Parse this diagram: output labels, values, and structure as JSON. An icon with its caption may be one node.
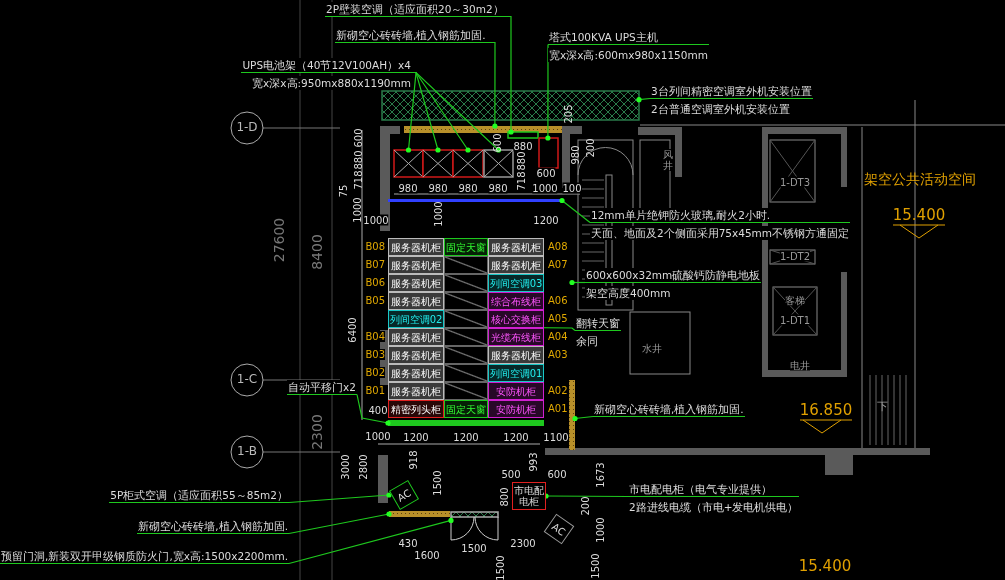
{
  "diagram": {
    "nodes": [
      {
        "text": [
          "2P壁装空调（适应面积20～30m2）"
        ]
      },
      {
        "text": [
          "新砌空心砖砖墙,植入钢筋加固."
        ]
      },
      {
        "text": [
          "塔式100KVA UPS主机",
          "宽x深x高:600mx980x1150mm"
        ]
      },
      {
        "text": [
          "UPS电池架（40节12V100AH）x4",
          "宽x深x高:950mx880x1190mm"
        ]
      },
      {
        "text": [
          "3台列间精密空调室外机安装位置",
          "2台普通空调室外机安装位置"
        ]
      },
      {
        "text": [],
        "shape": "box"
      },
      {
        "text": [],
        "shape": "bar"
      },
      {
        "text": [],
        "shape": "box"
      },
      {
        "text": [],
        "shape": "box"
      },
      {
        "text": [],
        "shape": "box"
      },
      {
        "text": [],
        "shape": "box"
      },
      {
        "text": [],
        "shape": "box"
      },
      {
        "text": [],
        "shape": "box"
      },
      {
        "text": [
          "12mm单片绝钾防火玻璃,耐火2小时.",
          "天面、地面及2个侧面采用75x45mm不锈钢方通固定"
        ]
      },
      {
        "text": [],
        "shape": "bar"
      },
      {
        "text": [
          "600x600x32mm硫酸钙防静电地板",
          "架空高度400mm"
        ]
      },
      {
        "text": [
          "服务器机柜"
        ],
        "beside": [
          "B08"
        ]
      },
      {
        "text": [
          "固定天窗"
        ]
      },
      {
        "text": [
          "服务器机柜"
        ],
        "beside": [
          "A08"
        ]
      },
      {
        "text": [
          "服务器机柜"
        ],
        "beside": [
          "B07"
        ]
      },
      {
        "text": [],
        "shape": "box"
      },
      {
        "text": [
          "服务器机柜"
        ],
        "beside": [
          "A07"
        ]
      },
      {
        "text": [
          "服务器机柜"
        ],
        "beside": [
          "B06"
        ]
      },
      {
        "text": [],
        "shape": "box"
      },
      {
        "text": [
          "列间空调03"
        ]
      },
      {
        "text": [
          "服务器机柜"
        ],
        "beside": [
          "B05"
        ]
      },
      {
        "text": [],
        "shape": "box"
      },
      {
        "text": [
          "综合布线柜"
        ],
        "beside": [
          "A06"
        ]
      },
      {
        "text": [
          "列间空调02"
        ]
      },
      {
        "text": [],
        "shape": "box"
      },
      {
        "text": [
          "核心交换柜"
        ],
        "beside": [
          "A05"
        ]
      },
      {
        "text": [
          "服务器机柜"
        ],
        "beside": [
          "B04"
        ]
      },
      {
        "text": [],
        "shape": "box"
      },
      {
        "text": [
          "光缆布线柜"
        ],
        "beside": [
          "A04"
        ]
      },
      {
        "text": [
          "服务器机柜"
        ],
        "beside": [
          "B03"
        ]
      },
      {
        "text": [],
        "shape": "box"
      },
      {
        "text": [
          "服务器机柜"
        ],
        "beside": [
          "A03"
        ]
      },
      {
        "text": [
          "服务器机柜"
        ],
        "beside": [
          "B02"
        ]
      },
      {
        "text": [],
        "shape": "box"
      },
      {
        "text": [
          "列间空调01"
        ]
      },
      {
        "text": [
          "服务器机柜"
        ],
        "beside": [
          "B01"
        ]
      },
      {
        "text": [],
        "shape": "box"
      },
      {
        "text": [
          "安防机柜"
        ],
        "beside": [
          "A02"
        ]
      },
      {
        "text": [
          "精密列头柜"
        ]
      },
      {
        "text": [
          "固定天窗"
        ]
      },
      {
        "text": [
          "安防机柜"
        ],
        "beside": [
          "A01"
        ]
      },
      {
        "text": [
          "翻转天窗",
          "余同"
        ]
      },
      {
        "text": [
          "新砌空心砖砖墙,植入钢筋加固."
        ]
      },
      {
        "text": [],
        "shape": "bar"
      },
      {
        "text": [
          "自动平移门x2"
        ]
      },
      {
        "text": [],
        "shape": "bar"
      },
      {
        "text": [
          "市电配电柜"
        ]
      },
      {
        "text": [
          "市电配电柜（电气专业提供）",
          "2路进线电缆（市电+发电机供电）"
        ]
      },
      {
        "text": [
          "5P柜式空调（适应面积55～85m2）"
        ]
      },
      {
        "text": [
          "AC"
        ]
      },
      {
        "text": [
          "AC"
        ]
      },
      {
        "text": [
          "新砌空心砖砖墙,植入钢筋加固."
        ]
      },
      {
        "text": [],
        "shape": "bar"
      },
      {
        "text": [
          "预留门洞,新装双开甲级钢质防火门,宽x高:1500x2200mm."
        ]
      },
      {
        "text": [],
        "shape": "box",
        "beside": [
          "1500"
        ]
      }
    ],
    "edges": [
      {
        "from": 0,
        "to": 7,
        "arrow": "other"
      },
      {
        "from": 1,
        "to": 6,
        "arrow": "other"
      },
      {
        "from": 2,
        "to": 12,
        "arrow": "other"
      },
      {
        "from": 3,
        "to": 8,
        "arrow": "other"
      },
      {
        "from": 3,
        "to": 9,
        "arrow": "other"
      },
      {
        "from": 3,
        "to": 10,
        "arrow": "other"
      },
      {
        "from": 3,
        "to": 11,
        "arrow": "other"
      },
      {
        "from": 4,
        "to": 5,
        "arrow": "other"
      },
      {
        "from": 13,
        "to": 14,
        "arrow": "other"
      },
      {
        "from": 15,
        "to": null,
        "arrow": "other"
      },
      {
        "from": 46,
        "to": 29,
        "arrow": "other"
      },
      {
        "from": 47,
        "to": 48,
        "arrow": "other"
      },
      {
        "from": 49,
        "to": 50,
        "arrow": "other"
      },
      {
        "from": 52,
        "to": 51,
        "arrow": "other"
      },
      {
        "from": 53,
        "to": 54,
        "arrow": "other"
      },
      {
        "from": 56,
        "to": 57,
        "arrow": "other"
      },
      {
        "from": 58,
        "to": 59,
        "arrow": "other"
      }
    ],
    "labels": [
      "1-D",
      "1-C",
      "1-B",
      "27600",
      "8400",
      "2300",
      "600",
      "880",
      "718",
      "75",
      "1000",
      "6400",
      "3000",
      "2800",
      "600",
      "880",
      "205",
      "980",
      "200",
      "980",
      "980",
      "980",
      "980",
      "880",
      "718",
      "600",
      "1000",
      "100",
      "1000",
      "1000",
      "1200",
      "400",
      "1000",
      "1200",
      "1200",
      "1200",
      "1100",
      "918",
      "993",
      "1500",
      "500",
      "600",
      "800",
      "1673",
      "200",
      "1000",
      "430",
      "1600",
      "2300",
      "1500",
      "1500",
      "架空公共活动空间",
      "15.400",
      "16.850",
      "15.400",
      "风井",
      "水井",
      "电井",
      "1-DT3",
      "1-DT2",
      "客梯",
      "1-DT1",
      "下"
    ]
  }
}
